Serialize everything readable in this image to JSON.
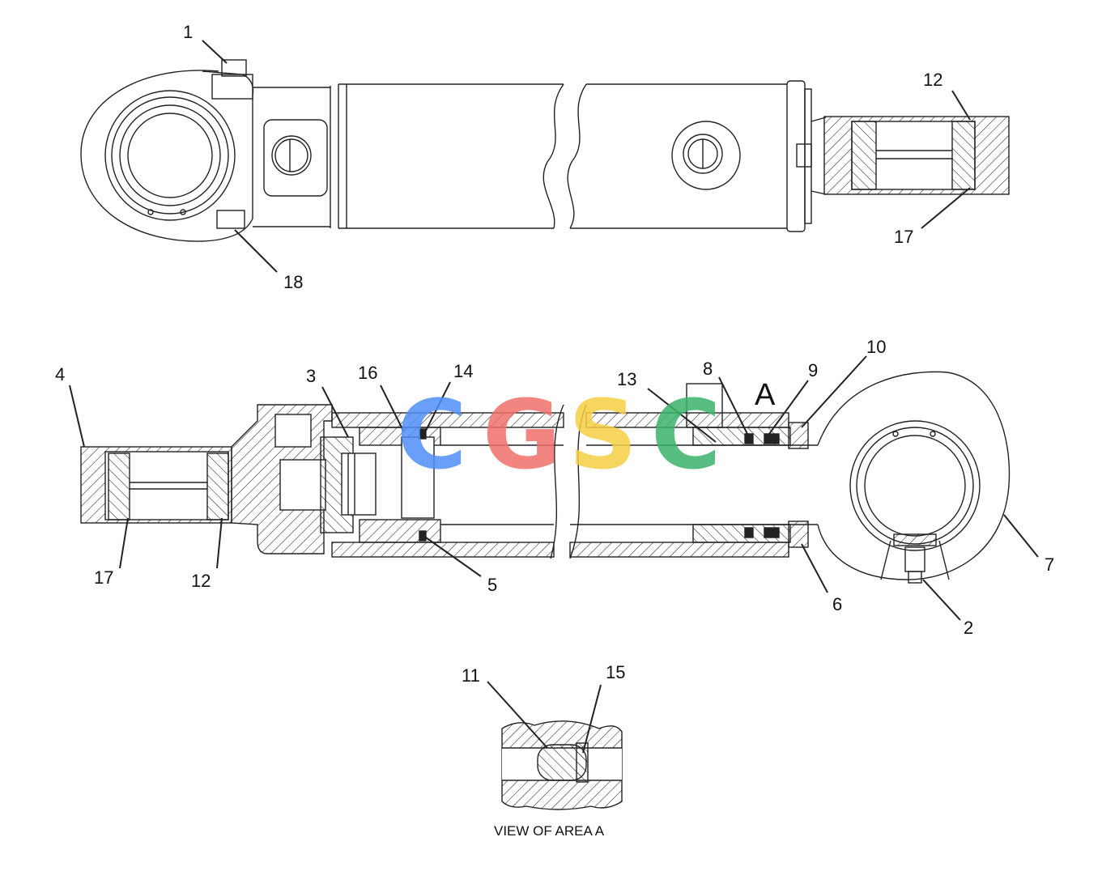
{
  "diagram": {
    "callouts": [
      {
        "id": "c1",
        "label": "1"
      },
      {
        "id": "c2",
        "label": "2"
      },
      {
        "id": "c3",
        "label": "3"
      },
      {
        "id": "c4",
        "label": "4"
      },
      {
        "id": "c5",
        "label": "5"
      },
      {
        "id": "c6",
        "label": "6"
      },
      {
        "id": "c7",
        "label": "7"
      },
      {
        "id": "c8",
        "label": "8"
      },
      {
        "id": "c9",
        "label": "9"
      },
      {
        "id": "c10",
        "label": "10"
      },
      {
        "id": "c11",
        "label": "11"
      },
      {
        "id": "c12a",
        "label": "12"
      },
      {
        "id": "c12b",
        "label": "12"
      },
      {
        "id": "c13",
        "label": "13"
      },
      {
        "id": "c14",
        "label": "14"
      },
      {
        "id": "c15",
        "label": "15"
      },
      {
        "id": "c16",
        "label": "16"
      },
      {
        "id": "c17a",
        "label": "17"
      },
      {
        "id": "c17b",
        "label": "17"
      },
      {
        "id": "c18",
        "label": "18"
      }
    ],
    "area_marker": "A",
    "detail_caption": "VIEW OF AREA A"
  },
  "watermark": {
    "text": "CGSC",
    "colors": [
      "#4f8ff7",
      "#f0706a",
      "#f6cf45",
      "#3bb26b"
    ]
  },
  "colors": {
    "line": "#222222",
    "background": "#ffffff"
  }
}
